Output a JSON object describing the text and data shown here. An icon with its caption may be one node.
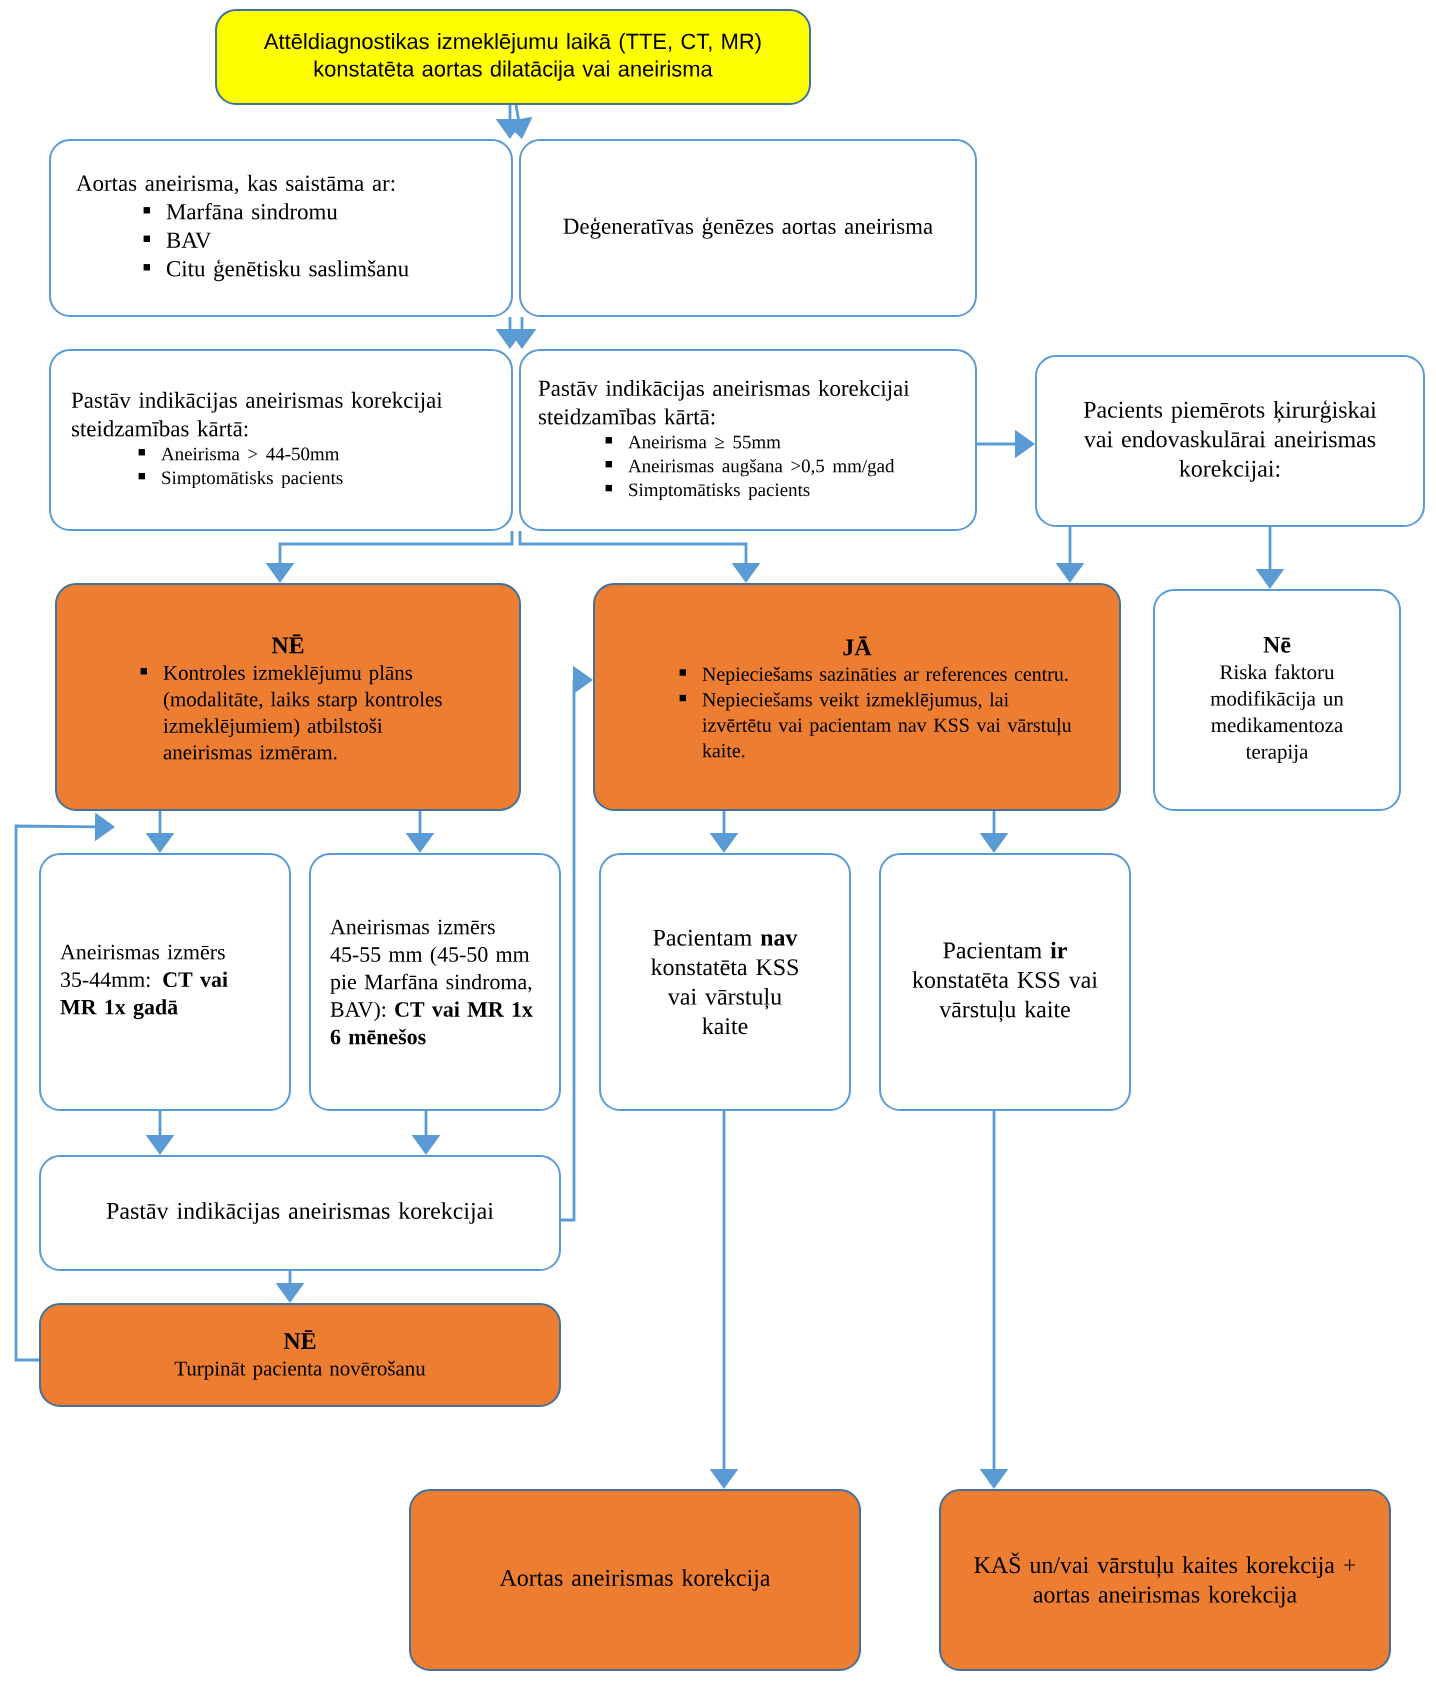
{
  "diagram": {
    "nodes": [
      {
        "text": [
          "Attēldiagnostikas izmeklējumu laikā (TTE, CT, MR) konstatēta aortas dilatācija vai aneirisma"
        ]
      },
      {
        "text": [
          "Aortas aneirisma, kas saistāma ar:",
          "Marfāna sindromu",
          "BAV",
          "Citu ģenētisku saslimšanu"
        ]
      },
      {
        "text": [
          "Deģeneratīvas ģenēzes aortas aneirisma"
        ]
      },
      {
        "text": [
          "Pastāv indikācijas aneirismas korekcijai steidzamības kārtā:",
          "Aneirisma > 44-50mm",
          "Simptomātisks pacients"
        ]
      },
      {
        "text": [
          "Pastāv indikācijas aneirismas korekcijai steidzamības kārtā:",
          "Aneirisma ≥ 55mm",
          "Aneirismas augšana >0,5 mm/gad",
          "Simptomātisks pacients"
        ]
      },
      {
        "text": [
          "Pacients piemērots ķirurģiskai vai endovaskulārai aneirismas korekcijai:"
        ]
      },
      {
        "text": [
          "NĒ",
          "Kontroles izmeklējumu plāns (modalitāte, laiks starp kontroles izmeklējumiem) atbilstoši aneirismas izmēram."
        ]
      },
      {
        "text": [
          "JĀ",
          "Nepieciešams sazināties ar references centru.",
          "Nepieciešams veikt izmeklējumus, lai izvērtētu vai pacientam nav KSS vai vārstuļu kaite."
        ]
      },
      {
        "text": [
          "Nē",
          "Riska faktoru modifikācija un medikamentoza terapija"
        ]
      },
      {
        "text": [
          "Aneirismas izmērs 35-44mm: **CT vai MR 1x gadā**"
        ]
      },
      {
        "text": [
          "Aneirismas izmērs 45-55 mm (45-50 mm pie Marfāna sindroma, BAV): **CT vai MR 1x 6 mēnešos**"
        ]
      },
      {
        "text": [
          "Pacientam **nav** konstatēta KSS vai vārstuļu kaite"
        ]
      },
      {
        "text": [
          "Pacientam **ir** konstatēta KSS vai vārstuļu kaite"
        ]
      },
      {
        "text": [
          "Pastāv indikācijas aneirismas korekcijai"
        ]
      },
      {
        "text": [
          "NĒ",
          "Turpināt pacienta novērošanu"
        ]
      },
      {
        "text": [
          "Aortas aneirismas korekcija"
        ]
      },
      {
        "text": [
          "KAŠ un/vai vārstuļu kaites korekcija + aortas aneirismas korekcija"
        ]
      }
    ],
    "edges": [
      {
        "from": 0,
        "to": 1,
        "arrow": "to"
      },
      {
        "from": 0,
        "to": 2,
        "arrow": "to"
      },
      {
        "from": 1,
        "to": 3,
        "arrow": "to"
      },
      {
        "from": 2,
        "to": 4,
        "arrow": "to"
      },
      {
        "from": 4,
        "to": 5,
        "arrow": "to"
      },
      {
        "from": 3,
        "to": 6,
        "arrow": "to"
      },
      {
        "from": 4,
        "to": 7,
        "arrow": "to"
      },
      {
        "from": 5,
        "to": 7,
        "arrow": "to"
      },
      {
        "from": 5,
        "to": 8,
        "arrow": "to"
      },
      {
        "from": 6,
        "to": 9,
        "arrow": "to"
      },
      {
        "from": 6,
        "to": 10,
        "arrow": "to"
      },
      {
        "from": 7,
        "to": 11,
        "arrow": "to"
      },
      {
        "from": 7,
        "to": 12,
        "arrow": "to"
      },
      {
        "from": 9,
        "to": 13,
        "arrow": "to"
      },
      {
        "from": 10,
        "to": 13,
        "arrow": "to"
      },
      {
        "from": 13,
        "to": 7,
        "arrow": "to"
      },
      {
        "from": 13,
        "to": 14,
        "arrow": "to"
      },
      {
        "from": 14,
        "to": 6,
        "arrow": "to"
      },
      {
        "from": 11,
        "to": 15,
        "arrow": "to"
      },
      {
        "from": 12,
        "to": 16,
        "arrow": "to"
      }
    ]
  }
}
